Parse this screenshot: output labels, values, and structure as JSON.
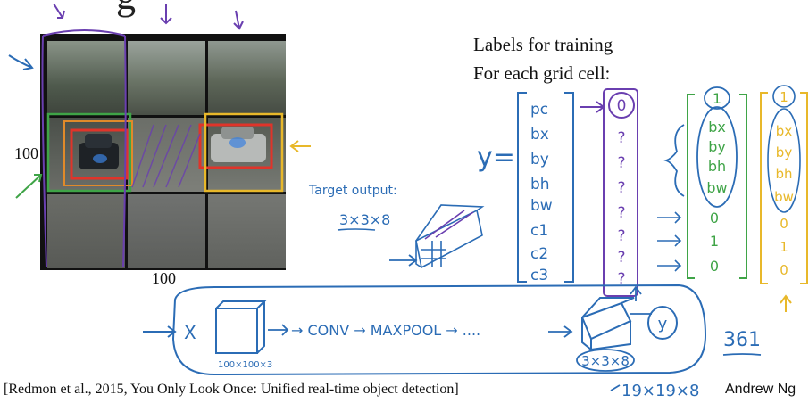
{
  "slide": {
    "heading_fragment": "g",
    "labels_line1": "Labels for training",
    "labels_line2": "For each grid cell:",
    "axis_vertical": "100",
    "axis_horizontal": "100",
    "citation": "[Redmon et al., 2015, You Only Look Once: Unified real-time object detection]",
    "author": "Andrew Ng"
  },
  "handwriting": {
    "y_label": "y=",
    "vector_components": [
      "pc",
      "bx",
      "by",
      "bh",
      "bw",
      "c1",
      "c2",
      "c3"
    ],
    "middle_vector": [
      "0",
      "?",
      "?",
      "?",
      "?",
      "?",
      "?",
      "?"
    ],
    "car_vector_top": "1",
    "car_vector_box": [
      "bx",
      "by",
      "bh",
      "bw"
    ],
    "car_vector_classes": [
      "0",
      "1",
      "0"
    ],
    "yellow_vector_top": "1",
    "yellow_vector_box": [
      "bx",
      "by",
      "bh",
      "bw"
    ],
    "yellow_vector_classes": [
      "0",
      "1",
      "0"
    ],
    "target_output": "Target output:",
    "target_dims": "3×3×8",
    "pipeline_x": "X",
    "input_dims": "100×100×3",
    "pipeline_text": "→ CONV → MAXPOOL → ....",
    "output_y": "y",
    "output_dims": "3×3×8",
    "alt_dims": "19×19×8",
    "number": "361"
  },
  "colors": {
    "blue_ink": "#2b6cb5",
    "purple_ink": "#6a3fb0",
    "green_box": "#3fa447",
    "yellow_box": "#e8b82a",
    "red_box": "#e0342a",
    "grid": "#111111"
  }
}
